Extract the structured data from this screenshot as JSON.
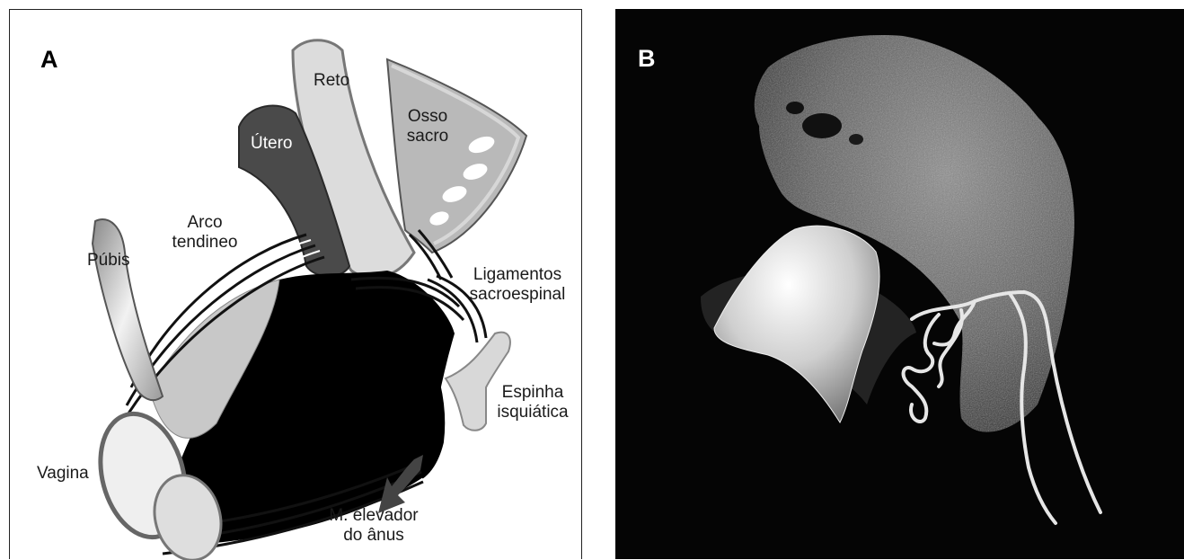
{
  "panel_a": {
    "letter": "A",
    "labels": {
      "reto": "Reto",
      "osso_line1": "Osso",
      "osso_line2": "sacro",
      "utero": "Útero",
      "arco_line1": "Arco",
      "arco_line2": "tendineo",
      "pubis": "Púbis",
      "lig_line1": "Ligamentos",
      "lig_line2": "sacroespinal",
      "esp_line1": "Espinha",
      "esp_line2": "isquiática",
      "vagina": "Vagina",
      "elev_line1": "M. elevador",
      "elev_line2": "do ânus"
    }
  },
  "panel_b": {
    "letter": "B"
  }
}
